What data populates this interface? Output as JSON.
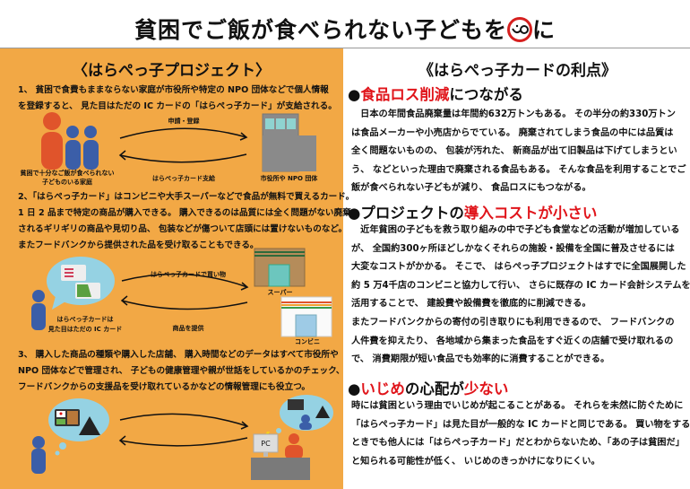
{
  "title": {
    "before": "貧困でご飯が食べられない子どもを",
    "after": "に",
    "logo": "smile-circle"
  },
  "left": {
    "heading": "〈はらぺっ子プロジェクト〉",
    "s1": [
      "1、 貧困で食費もままならない家庭が市役所や特定の NPO 団体などで個人情報",
      "を登録すると、 見た目はただの IC カードの「はらぺっ子カード」が支給される。"
    ],
    "d1": {
      "arrow_top": "申請・登録",
      "arrow_bottom": "はらぺっ子カード支給",
      "family": [
        "貧困で十分なご飯が食べられない",
        "子どものいる家庭"
      ],
      "office": "市役所や NPO 団体"
    },
    "s2": [
      "2、「はらぺっ子カード」はコンビニや大手スーパーなどで食品が無料で買えるカード。",
      "1 日 2 品まで特定の商品が購入できる。 購入できるのは品質には全く問題がない廃棄",
      "されるギリギリの商品や見切り品、 包装などが傷ついて店頭には置けないものなど。",
      "またフードバンクから提供された品を受け取ることもできる。"
    ],
    "d2": {
      "arrow_top": "はらぺっ子カードで買い物",
      "arrow_bottom": "商品を提供",
      "person": [
        "はらぺっ子カードは",
        "見た目はただの IC カード"
      ],
      "super": "スーパー",
      "conbini": "コンビニ"
    },
    "s3": [
      "3、 購入した商品の種類や購入した店舗、 購入時間などのデータはすべて市役所や",
      "NPO 団体などで管理され、 子どもの健康管理や親が世話をしているかのチェック、",
      "フードバンクからの支援品を受け取れているかなどの情報管理にも役立つ。"
    ],
    "d3": {
      "pc": "PC"
    }
  },
  "right": {
    "heading": "《はらぺっ子カードの利点》",
    "b1": {
      "red": "食品ロス削減",
      "rest": "につながる",
      "lines": [
        "　日本の年間食品廃棄量は年間約632万トンもある。 その半分の約330万トン",
        "は食品メーカーや小売店からでている。 廃棄されてしまう食品の中には品質は",
        "全く問題ないものの、 包装が汚れた、 新商品が出て旧製品は下げてしまうとい",
        "う、 などといった理由で廃棄される食品もある。 そんな食品を利用することでご",
        "飯が食べられない子どもが減り、 食品ロスにもつながる。"
      ]
    },
    "b2": {
      "pre": "プロジェクトの",
      "red": "導入コストが小さい",
      "lines": [
        "　近年貧困の子どもを救う取り組みの中で子ども食堂などの活動が増加している",
        "が、 全国約300ヶ所ほどしかなくそれらの施設・設備を全国に普及させるには",
        "大変なコストがかかる。 そこで、 はらぺっ子プロジェクトはすでに全国展開した",
        "約 5 万4千店のコンビニと協力して行い、 さらに既存の IC カード会計システムを",
        "活用することで、 建設費や設備費を徹底的に削減できる。",
        "またフードバンクからの寄付の引き取りにも利用できるので、 フードバンクの",
        "人件費を抑えたり、 各地域から集まった食品をすぐ近くの店舗で受け取れるの",
        "で、 消費期限が短い食品でも効率的に消費することができる。"
      ]
    },
    "b3": {
      "red1": "いじめ",
      "mid": "の心配が",
      "red2": "少ない",
      "lines": [
        "時には貧困という理由でいじめが起こることがある。 それらを未然に防ぐために",
        "「はらぺっ子カード」は見た目が一般的な IC カードと同じである。 買い物をする",
        "ときでも他人には「はらぺっ子カード」だとわからないため、「あの子は貧困だ」",
        "と知られる可能性が低く、 いじめのきっかけになりにくい。"
      ]
    }
  },
  "colors": {
    "panel": "#f2a845",
    "accent": "#e0141a",
    "person_blue": "#3b5ea8",
    "person_red": "#e0542b"
  }
}
